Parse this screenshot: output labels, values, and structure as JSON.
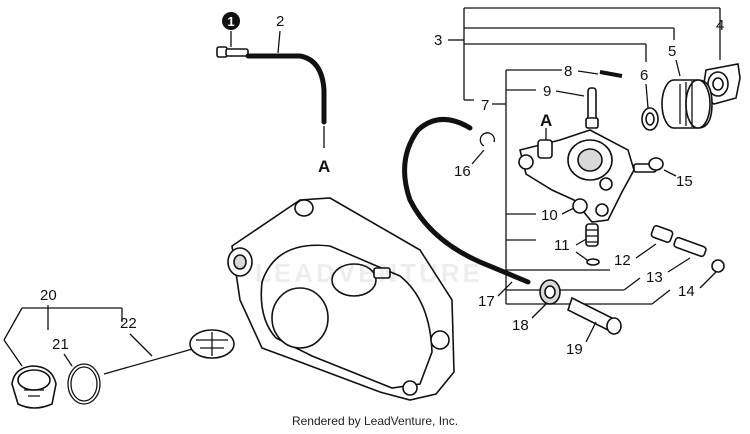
{
  "diagram": {
    "labels": {
      "l1": "1",
      "l2": "2",
      "l3": "3",
      "l4": "4",
      "l5": "5",
      "l6": "6",
      "l7": "7",
      "l8": "8",
      "l9": "9",
      "l10": "10",
      "l11": "11",
      "l12": "12",
      "l13": "13",
      "l14": "14",
      "l15": "15",
      "l16": "16",
      "l17": "17",
      "l18": "18",
      "l19": "19",
      "l20": "20",
      "l21": "21",
      "l22": "22",
      "a_left": "A",
      "a_right": "A"
    },
    "watermark": "LEADVENTURE",
    "footer": "Rendered by LeadVenture, Inc."
  }
}
